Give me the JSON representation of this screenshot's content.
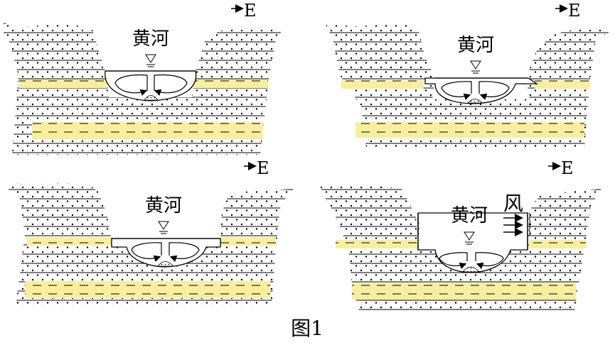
{
  "figure": {
    "caption": "图1",
    "colors": {
      "sand_layer": "#f7ef9e",
      "ink": "#000000",
      "background": "#ffffff"
    },
    "panels": [
      {
        "id": "panel-1",
        "river_label": "黄河",
        "direction_label": "E"
      },
      {
        "id": "panel-2",
        "river_label": "黄河",
        "direction_label": "E"
      },
      {
        "id": "panel-3",
        "river_label": "黄河",
        "direction_label": "E"
      },
      {
        "id": "panel-4",
        "river_label": "黄河",
        "direction_label": "E",
        "wind_label": "风"
      }
    ]
  }
}
